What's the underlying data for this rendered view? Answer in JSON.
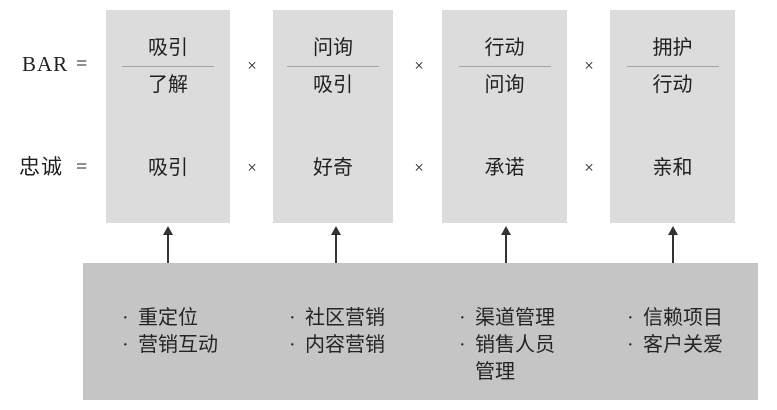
{
  "palette": {
    "column_box_fill": "#dcdcdc",
    "panel_fill": "#c5c5c5",
    "text_color": "#1f1f1f",
    "fraction_line": "#a3a3a3",
    "arrow_color": "#333333"
  },
  "formula": {
    "row1_label": "BAR",
    "row2_label": "忠诚",
    "equals_sign": "=",
    "multiply_sign": "×"
  },
  "columns": [
    {
      "numerator": "吸引",
      "denominator": "了解",
      "loyalty_term": "吸引"
    },
    {
      "numerator": "问询",
      "denominator": "吸引",
      "loyalty_term": "好奇"
    },
    {
      "numerator": "行动",
      "denominator": "问询",
      "loyalty_term": "承诺"
    },
    {
      "numerator": "拥护",
      "denominator": "行动",
      "loyalty_term": "亲和"
    }
  ],
  "bottom_panel": {
    "bullet_char": "·",
    "groups": [
      {
        "lines": [
          "重定位",
          "营销互动"
        ]
      },
      {
        "lines": [
          "社区营销",
          "内容营销"
        ]
      },
      {
        "lines": [
          "渠道管理",
          "销售人员",
          "管理"
        ]
      },
      {
        "lines": [
          "信赖项目",
          "客户关爱"
        ]
      }
    ]
  }
}
